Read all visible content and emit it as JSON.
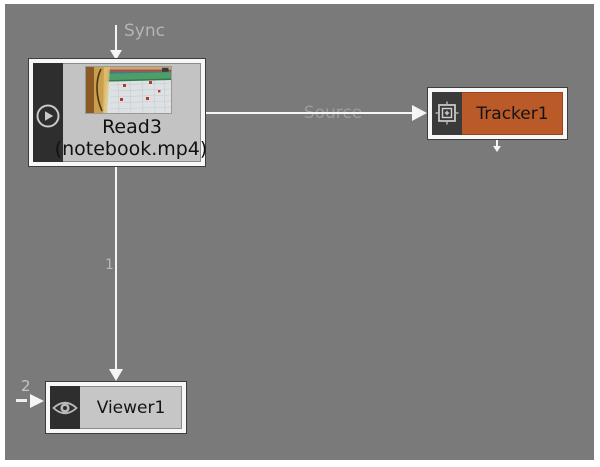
{
  "canvas": {
    "background_color": "#7a7a7a",
    "margin_color": "#ffffff"
  },
  "nodes": {
    "read": {
      "name": "Read3",
      "filename": "(notebook.mp4)",
      "body_color": "#c3c3c3",
      "strip_color": "#2e2e2e",
      "icon": "play-icon",
      "thumbnail": "notebook-video-thumbnail"
    },
    "tracker": {
      "name": "Tracker1",
      "body_color": "#ba5a28",
      "strip_color": "#3a3a3a",
      "icon": "tracker-anchor-icon"
    },
    "viewer": {
      "name": "Viewer1",
      "body_color": "#c6c6c6",
      "strip_color": "#2e2e2e",
      "icon": "eye-icon"
    }
  },
  "connections": {
    "sync": {
      "label": "Sync"
    },
    "source": {
      "label": "Source"
    },
    "viewer_input_1": {
      "label": "1"
    },
    "viewer_input_2": {
      "label": "2"
    }
  }
}
